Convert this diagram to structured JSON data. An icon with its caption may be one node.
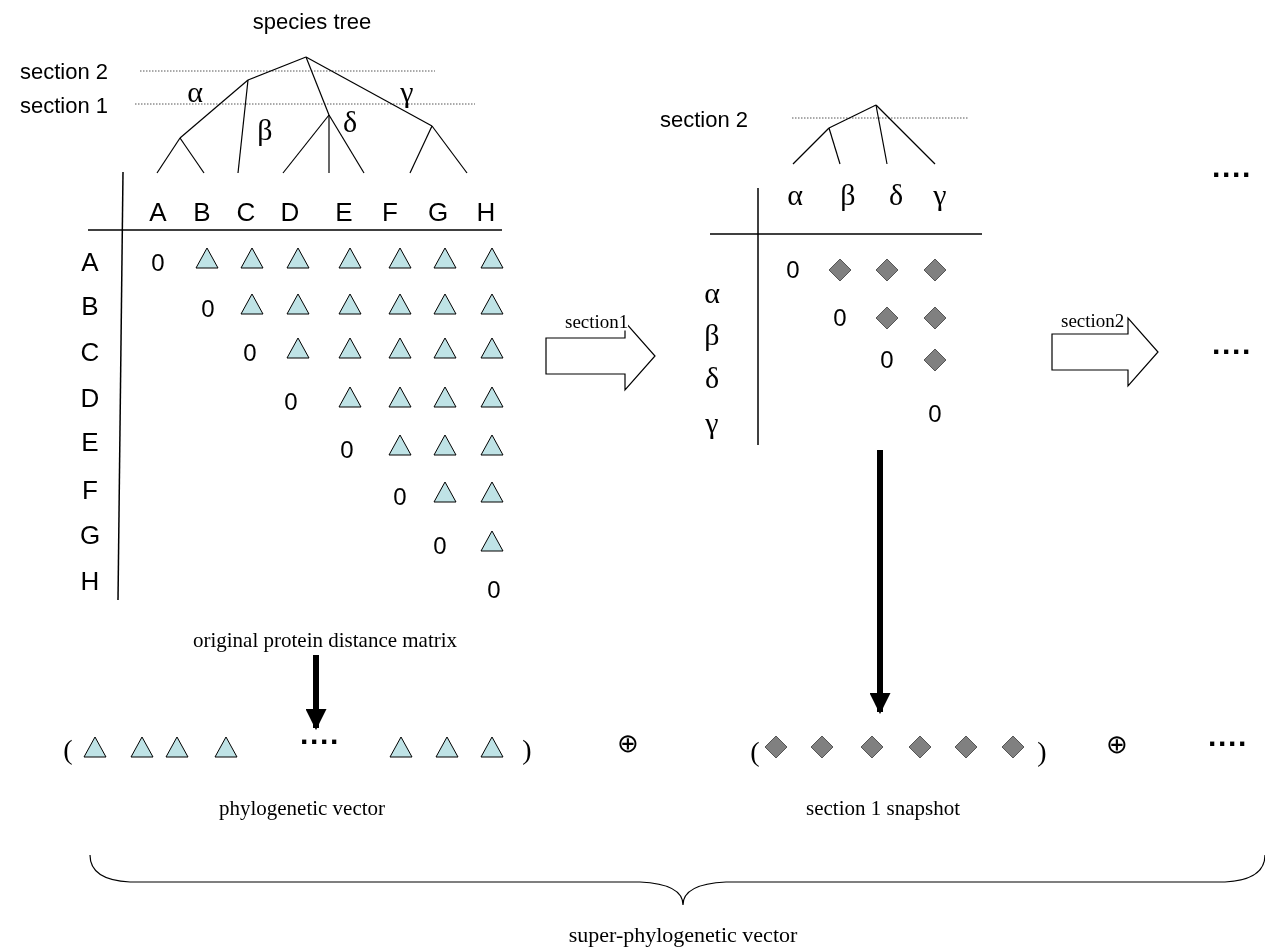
{
  "diagram": {
    "nodes": [
      {
        "text": [
          "original protein distance matrix"
        ]
      },
      {
        "text": [],
        "shape": "picture"
      },
      {
        "text": [
          "····"
        ]
      },
      {
        "text": [
          "phylogenetic vector"
        ]
      },
      {
        "text": [
          "section 1 snapshot"
        ]
      }
    ],
    "edges": [
      {
        "from": 0,
        "to": 1,
        "arrow": "to",
        "label": "section1"
      },
      {
        "from": 1,
        "to": 2,
        "arrow": "to",
        "label": "section2"
      },
      {
        "from": 0,
        "to": 3,
        "arrow": "to"
      },
      {
        "from": 1,
        "to": 4,
        "arrow": "to"
      }
    ],
    "labels": [
      "species tree",
      "section 2",
      "section 1",
      "α",
      "β",
      "δ",
      "γ",
      "A",
      "B",
      "C",
      "D",
      "E",
      "F",
      "G",
      "H",
      "A",
      "0",
      "B",
      "0",
      "C",
      "0",
      "D",
      "0",
      "E",
      "0",
      "F",
      "0",
      "G",
      "0",
      "H",
      "0",
      "section 2",
      "α",
      "β",
      "δ",
      "γ",
      "α",
      "0",
      "β",
      "0",
      "δ",
      "0",
      "γ",
      "0",
      "····",
      "(",
      "····",
      ")",
      "⊕",
      "(",
      ")",
      "⊕",
      "····",
      "super-phylogenetic vector"
    ]
  }
}
